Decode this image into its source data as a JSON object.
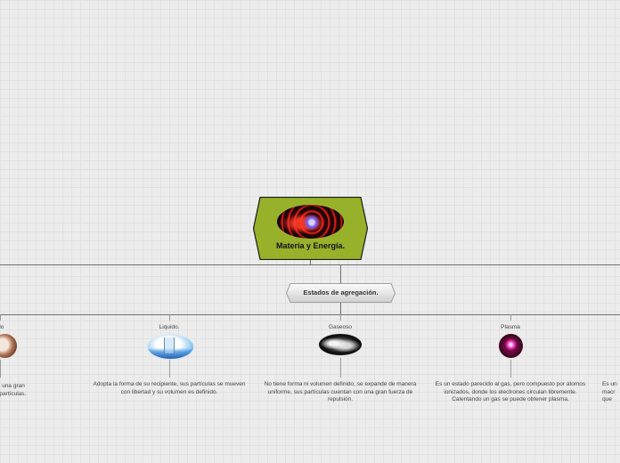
{
  "root": {
    "title": "Materia y Energía."
  },
  "subtopic": {
    "title": "Estados de agregación."
  },
  "states": [
    {
      "label": "Sólido",
      "visible_label": "ido",
      "visible_description": "volumen, tiene una gran\nndo sobre sus partículas."
    },
    {
      "label": "Liquido.",
      "description": "Adopta la forma de su recipiente, sus partículas se mueven con libertad y su volumen es definido."
    },
    {
      "label": "Gaseoso",
      "description": "No tiene forma ni volumen definido, se expande de manera uniforme, sus partículas cuentan con una gran fuerza de repulsión."
    },
    {
      "label": "Plasma",
      "description": "Es un estado parecido al gas, pero compuesto por átomos ionizados, donde los electrones circulan libremente. Calentando un gas se puede obtener plasma."
    },
    {
      "visible_description": "Es un\nmacr\nque"
    }
  ],
  "colors": {
    "root_fill": "#97b12b",
    "connector": "#6f6f6f"
  }
}
